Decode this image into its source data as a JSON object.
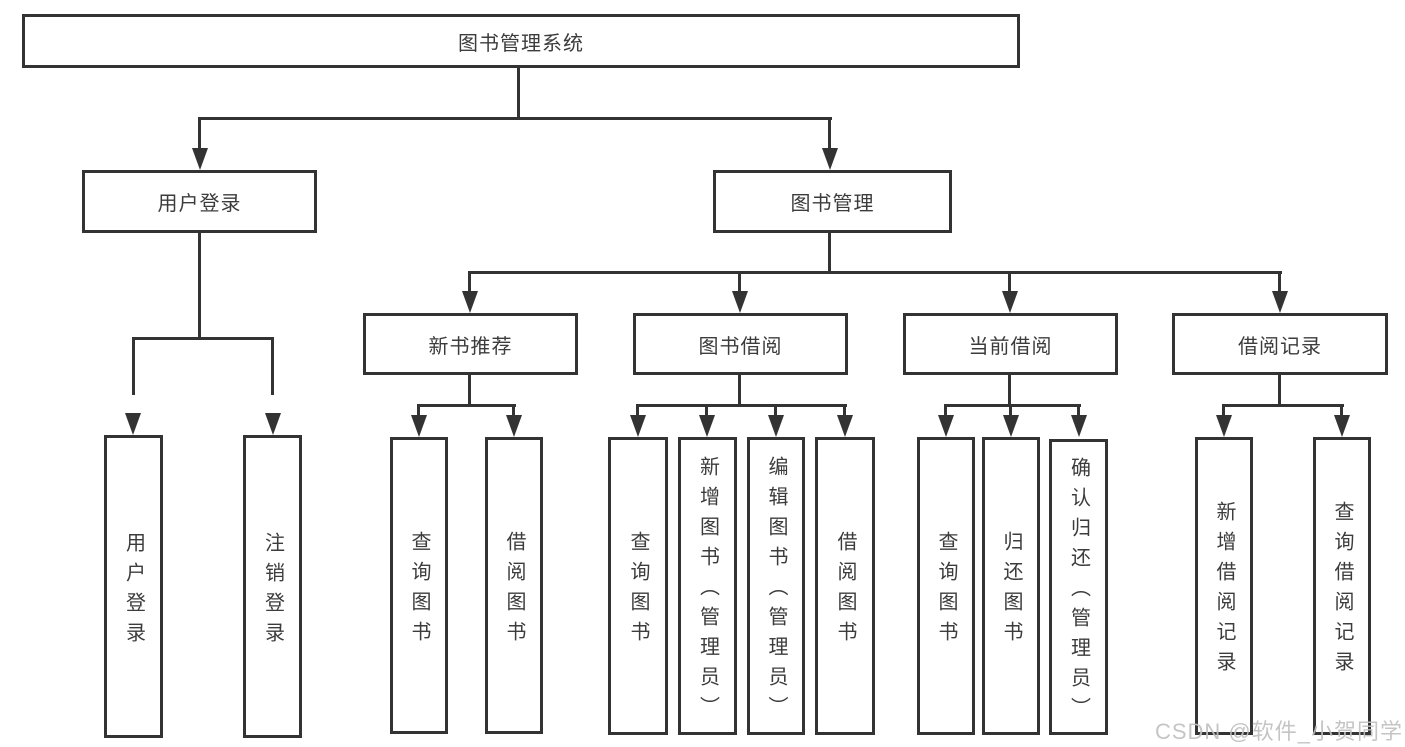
{
  "colors": {
    "line": "#333333",
    "text": "#3c3c3c",
    "background": "#ffffff",
    "watermark": "#c0c0c0"
  },
  "watermark": "CSDN @软件_小贺同学",
  "diagram": {
    "title": "图书管理系统",
    "level2": {
      "user_login": "用户登录",
      "book_mgmt": "图书管理"
    },
    "level3": {
      "new_book_rec": "新书推荐",
      "book_borrow": "图书借阅",
      "current_borrow": "当前借阅",
      "borrow_records": "借阅记录"
    },
    "leaves": {
      "login": "用户登录",
      "logout": "注销登录",
      "nb_query": "查询图书",
      "nb_borrow": "借阅图书",
      "bb_query": "查询图书",
      "bb_add": "新增图书（管理员）",
      "bb_edit": "编辑图书（管理员）",
      "bb_borrow": "借阅图书",
      "cb_query": "查询图书",
      "cb_return": "归还图书",
      "cb_confirm": "确认归还（管理员）",
      "br_add": "新增借阅记录",
      "br_query": "查询借阅记录"
    }
  }
}
